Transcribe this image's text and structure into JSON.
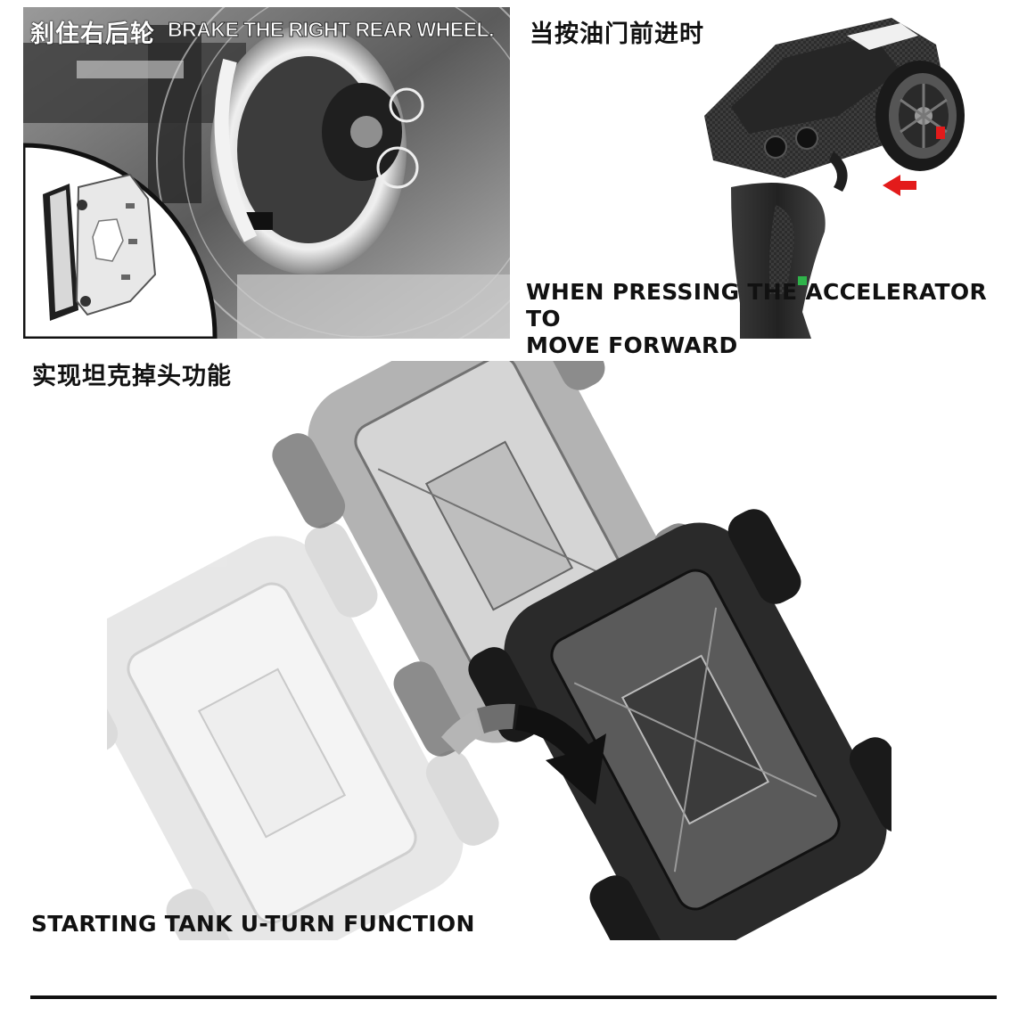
{
  "brake": {
    "title_zh": "刹住右后轮",
    "title_en": "BRAKE THE RIGHT REAR WHEEL."
  },
  "accelerator": {
    "title_zh": "当按油门前进时",
    "caption_line1": "WHEN PRESSING THE ACCELERATOR TO",
    "caption_line2": "MOVE FORWARD",
    "arrow_color": "#e31b1b",
    "arrow_icon": "arrow-left-icon"
  },
  "tank_turn": {
    "title_zh": "实现坦克掉头功能",
    "caption": "STARTING TANK U-TURN FUNCTION",
    "rotation_icon": "rotate-clockwise-arrow-icon"
  },
  "colors": {
    "text": "#111111",
    "accent_red": "#e31b1b",
    "accent_green": "#2fb34a"
  }
}
